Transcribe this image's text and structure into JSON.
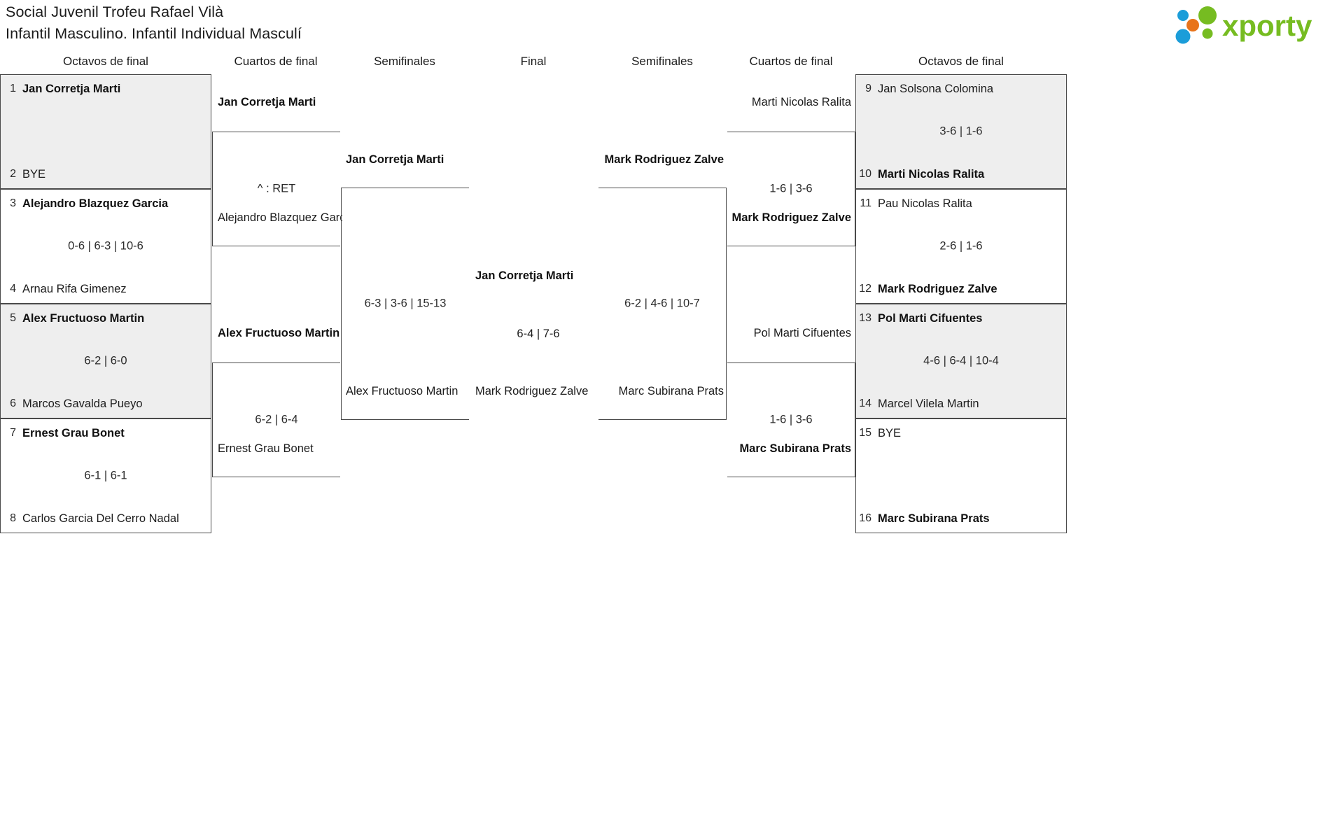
{
  "header": {
    "title_line1": "Social Juvenil Trofeu Rafael Vilà",
    "title_line2": "Infantil Masculino. Infantil Individual Masculí",
    "logo_text": "xporty",
    "logo_colors": {
      "blue": "#1b9dd9",
      "orange": "#e8731a",
      "green": "#76bc21"
    }
  },
  "round_headers": {
    "left_r16": "Octavos de final",
    "left_qf": "Cuartos de final",
    "left_sf": "Semifinales",
    "final": "Final",
    "right_sf": "Semifinales",
    "right_qf": "Cuartos de final",
    "right_r16": "Octavos de final"
  },
  "left_r16": [
    {
      "top_seed": "1",
      "top_name": "Jan Corretja Marti",
      "top_win": true,
      "bottom_seed": "2",
      "bottom_name": "BYE",
      "bottom_win": false,
      "score": ""
    },
    {
      "top_seed": "3",
      "top_name": "Alejandro Blazquez Garcia",
      "top_win": true,
      "bottom_seed": "4",
      "bottom_name": "Arnau Rifa Gimenez",
      "bottom_win": false,
      "score": "0-6 | 6-3 | 10-6"
    },
    {
      "top_seed": "5",
      "top_name": "Alex Fructuoso Martin",
      "top_win": true,
      "bottom_seed": "6",
      "bottom_name": "Marcos Gavalda Pueyo",
      "bottom_win": false,
      "score": "6-2 | 6-0"
    },
    {
      "top_seed": "7",
      "top_name": "Ernest Grau Bonet",
      "top_win": true,
      "bottom_seed": "8",
      "bottom_name": "Carlos Garcia Del Cerro Nadal",
      "bottom_win": false,
      "score": "6-1 | 6-1"
    }
  ],
  "left_qf": [
    {
      "top_name": "Jan Corretja Marti",
      "top_win": true,
      "bottom_name": "Alejandro Blazquez Garcia",
      "bottom_win": false,
      "score": "^ : RET"
    },
    {
      "top_name": "Alex Fructuoso Martin",
      "top_win": true,
      "bottom_name": "Ernest Grau Bonet",
      "bottom_win": false,
      "score": "6-2 | 6-4"
    }
  ],
  "left_sf": [
    {
      "top_name": "Jan Corretja Marti",
      "top_win": true,
      "bottom_name": "Alex Fructuoso Martin",
      "bottom_win": false,
      "score": "6-3 | 3-6 | 15-13"
    }
  ],
  "final": {
    "top_name": "Jan Corretja Marti",
    "top_win": true,
    "bottom_name": "Mark Rodriguez Zalve",
    "bottom_win": false,
    "score": "6-4 | 7-6"
  },
  "right_sf": [
    {
      "top_name": "Mark Rodriguez Zalve",
      "top_win": true,
      "bottom_name": "Marc Subirana Prats",
      "bottom_win": false,
      "score": "6-2 | 4-6 | 10-7"
    }
  ],
  "right_qf": [
    {
      "top_name": "Marti Nicolas Ralita",
      "top_win": false,
      "bottom_name": "Mark Rodriguez Zalve",
      "bottom_win": true,
      "score": "1-6 | 3-6"
    },
    {
      "top_name": "Pol Marti Cifuentes",
      "top_win": false,
      "bottom_name": "Marc Subirana Prats",
      "bottom_win": true,
      "score": "1-6 | 3-6"
    }
  ],
  "right_r16": [
    {
      "top_seed": "9",
      "top_name": "Jan Solsona Colomina",
      "top_win": false,
      "bottom_seed": "10",
      "bottom_name": "Marti Nicolas Ralita",
      "bottom_win": true,
      "score": "3-6 | 1-6"
    },
    {
      "top_seed": "11",
      "top_name": "Pau Nicolas Ralita",
      "top_win": false,
      "bottom_seed": "12",
      "bottom_name": "Mark Rodriguez Zalve",
      "bottom_win": true,
      "score": "2-6 | 1-6"
    },
    {
      "top_seed": "13",
      "top_name": "Pol Marti Cifuentes",
      "top_win": true,
      "bottom_seed": "14",
      "bottom_name": "Marcel Vilela Martin",
      "bottom_win": false,
      "score": "4-6 | 6-4 | 10-4"
    },
    {
      "top_seed": "15",
      "top_name": "BYE",
      "top_win": false,
      "bottom_seed": "16",
      "bottom_name": "Marc Subirana Prats",
      "bottom_win": true,
      "score": ""
    }
  ]
}
